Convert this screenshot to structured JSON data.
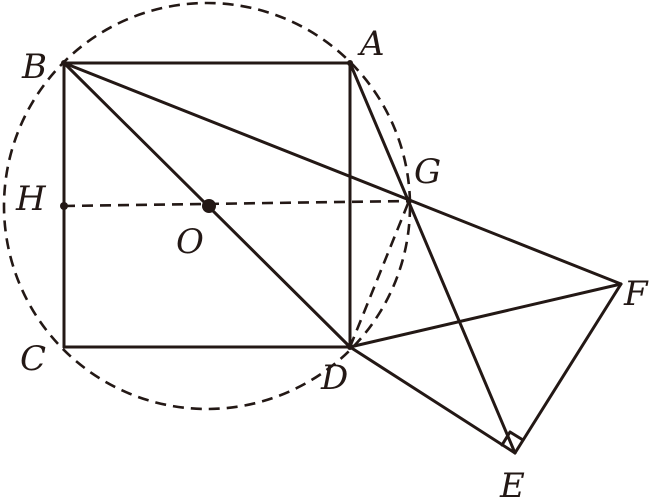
{
  "figure": {
    "stroke_color": "#231815",
    "background_color": "#ffffff",
    "points": {
      "A": "A",
      "B": "B",
      "C": "C",
      "D": "D",
      "E": "E",
      "F": "F",
      "G": "G",
      "H": "H",
      "O": "O"
    },
    "segments": [
      "AB",
      "BC",
      "CD",
      "DA",
      "BD",
      "BG",
      "GF",
      "AG",
      "GE",
      "DE",
      "DF",
      "EF",
      "DG",
      "HO",
      "OG"
    ],
    "dashed_elements": [
      "circle O",
      "HG",
      "DG"
    ],
    "right_angle_at": "E"
  }
}
